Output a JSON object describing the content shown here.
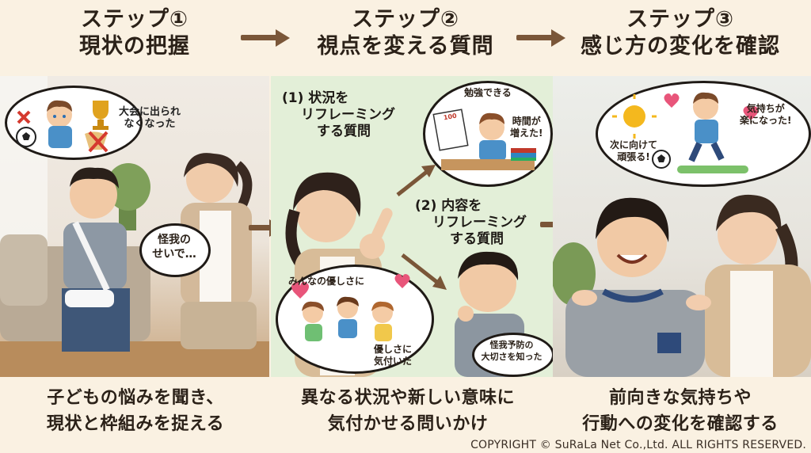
{
  "steps": [
    {
      "title_line1": "ステップ①",
      "title_line2": "現状の把握",
      "caption_line1": "子どもの悩みを聞き、",
      "caption_line2": "現状と枠組みを捉える"
    },
    {
      "title_line1": "ステップ②",
      "title_line2": "視点を変える質問",
      "caption_line1": "異なる状況や新しい意味に",
      "caption_line2": "気付かせる問いかけ"
    },
    {
      "title_line1": "ステップ③",
      "title_line2": "感じ方の変化を確認",
      "caption_line1": "前向きな気持ちや",
      "caption_line2": "行動への変化を確認する"
    }
  ],
  "panel1": {
    "thought_text_line1": "大会に出られ",
    "thought_text_line2": "なくなった",
    "speech_line1": "怪我の",
    "speech_line2": "せいで…"
  },
  "panel2": {
    "label1_line1": "(1)  状況を",
    "label1_line2": "リフレーミング",
    "label1_line3": "する質問",
    "label2_line1": "(2)  内容を",
    "label2_line2": "リフレーミング",
    "label2_line3": "する質問",
    "bubble_top_title": "勉強できる",
    "bubble_top_side1": "時間が",
    "bubble_top_side2": "増えた!",
    "paper_score": "100",
    "bubble_bottom_title": "みんなの優しさに",
    "bubble_bottom_side1": "優しさに",
    "bubble_bottom_side2": "気付いた",
    "small_bubble_line1": "怪我予防の",
    "small_bubble_line2": "大切さを知った"
  },
  "panel3": {
    "left_line1": "次に向けて",
    "left_line2": "頑張る!",
    "right_line1": "気持ちが",
    "right_line2": "楽になった!"
  },
  "copyright": "COPYRIGHT © SuRaLa Net Co.,Ltd. ALL RIGHTS RESERVED.",
  "colors": {
    "background": "#faf1e2",
    "arrow": "#7a5638",
    "panel2_bg": "#e3efd8"
  }
}
